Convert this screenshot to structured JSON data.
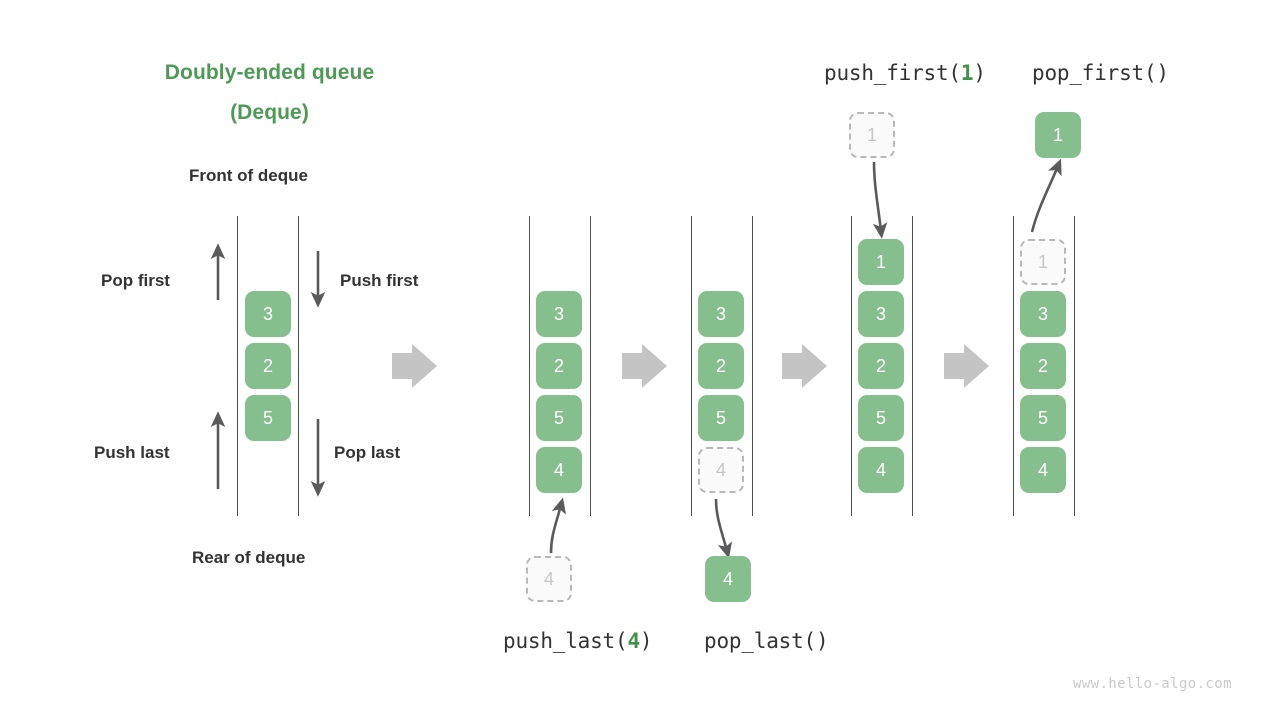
{
  "title": {
    "line1": "Doubly-ended queue",
    "line2": "(Deque)"
  },
  "legend": {
    "front_label": "Front of deque",
    "rear_label": "Rear of deque",
    "pop_first": "Pop first",
    "push_first": "Push first",
    "push_last": "Push last",
    "pop_last": "Pop last"
  },
  "operations": {
    "push_first": {
      "name": "push_first(",
      "arg": "1",
      "close": ")"
    },
    "pop_first": {
      "name": "pop_first()",
      "arg": "",
      "close": ""
    },
    "push_last": {
      "name": "push_last(",
      "arg": "4",
      "close": ")"
    },
    "pop_last": {
      "name": "pop_last()",
      "arg": "",
      "close": ""
    }
  },
  "stacks": [
    {
      "id": "initial",
      "cells": [
        {
          "value": "3",
          "state": "solid"
        },
        {
          "value": "2",
          "state": "solid"
        },
        {
          "value": "5",
          "state": "solid"
        }
      ]
    },
    {
      "id": "after-push-last",
      "cells": [
        {
          "value": "3",
          "state": "solid"
        },
        {
          "value": "2",
          "state": "solid"
        },
        {
          "value": "5",
          "state": "solid"
        },
        {
          "value": "4",
          "state": "solid"
        }
      ]
    },
    {
      "id": "before-pop-last",
      "cells": [
        {
          "value": "3",
          "state": "solid"
        },
        {
          "value": "2",
          "state": "solid"
        },
        {
          "value": "5",
          "state": "solid"
        },
        {
          "value": "4",
          "state": "ghost"
        }
      ]
    },
    {
      "id": "after-push-first",
      "cells": [
        {
          "value": "1",
          "state": "solid"
        },
        {
          "value": "3",
          "state": "solid"
        },
        {
          "value": "2",
          "state": "solid"
        },
        {
          "value": "5",
          "state": "solid"
        },
        {
          "value": "4",
          "state": "solid"
        }
      ]
    },
    {
      "id": "before-pop-first",
      "cells": [
        {
          "value": "1",
          "state": "ghost"
        },
        {
          "value": "3",
          "state": "solid"
        },
        {
          "value": "2",
          "state": "solid"
        },
        {
          "value": "5",
          "state": "solid"
        },
        {
          "value": "4",
          "state": "solid"
        }
      ]
    }
  ],
  "floating_cells": {
    "push_first_source": {
      "value": "1",
      "state": "ghost"
    },
    "pop_first_result": {
      "value": "1",
      "state": "solid"
    },
    "push_last_source": {
      "value": "4",
      "state": "ghost"
    },
    "pop_last_result": {
      "value": "4",
      "state": "solid"
    }
  },
  "colors": {
    "brand_green": "#4c9a55",
    "cell_green": "#86bf8e",
    "ghost_fill": "#fafafa",
    "ghost_border": "#b8b8b8",
    "rail": "#4d4d4d",
    "arrow_gray": "#c4c4c4",
    "thin_arrow": "#5a5a5a",
    "text_dark": "#333333"
  },
  "watermark": "www.hello-algo.com"
}
